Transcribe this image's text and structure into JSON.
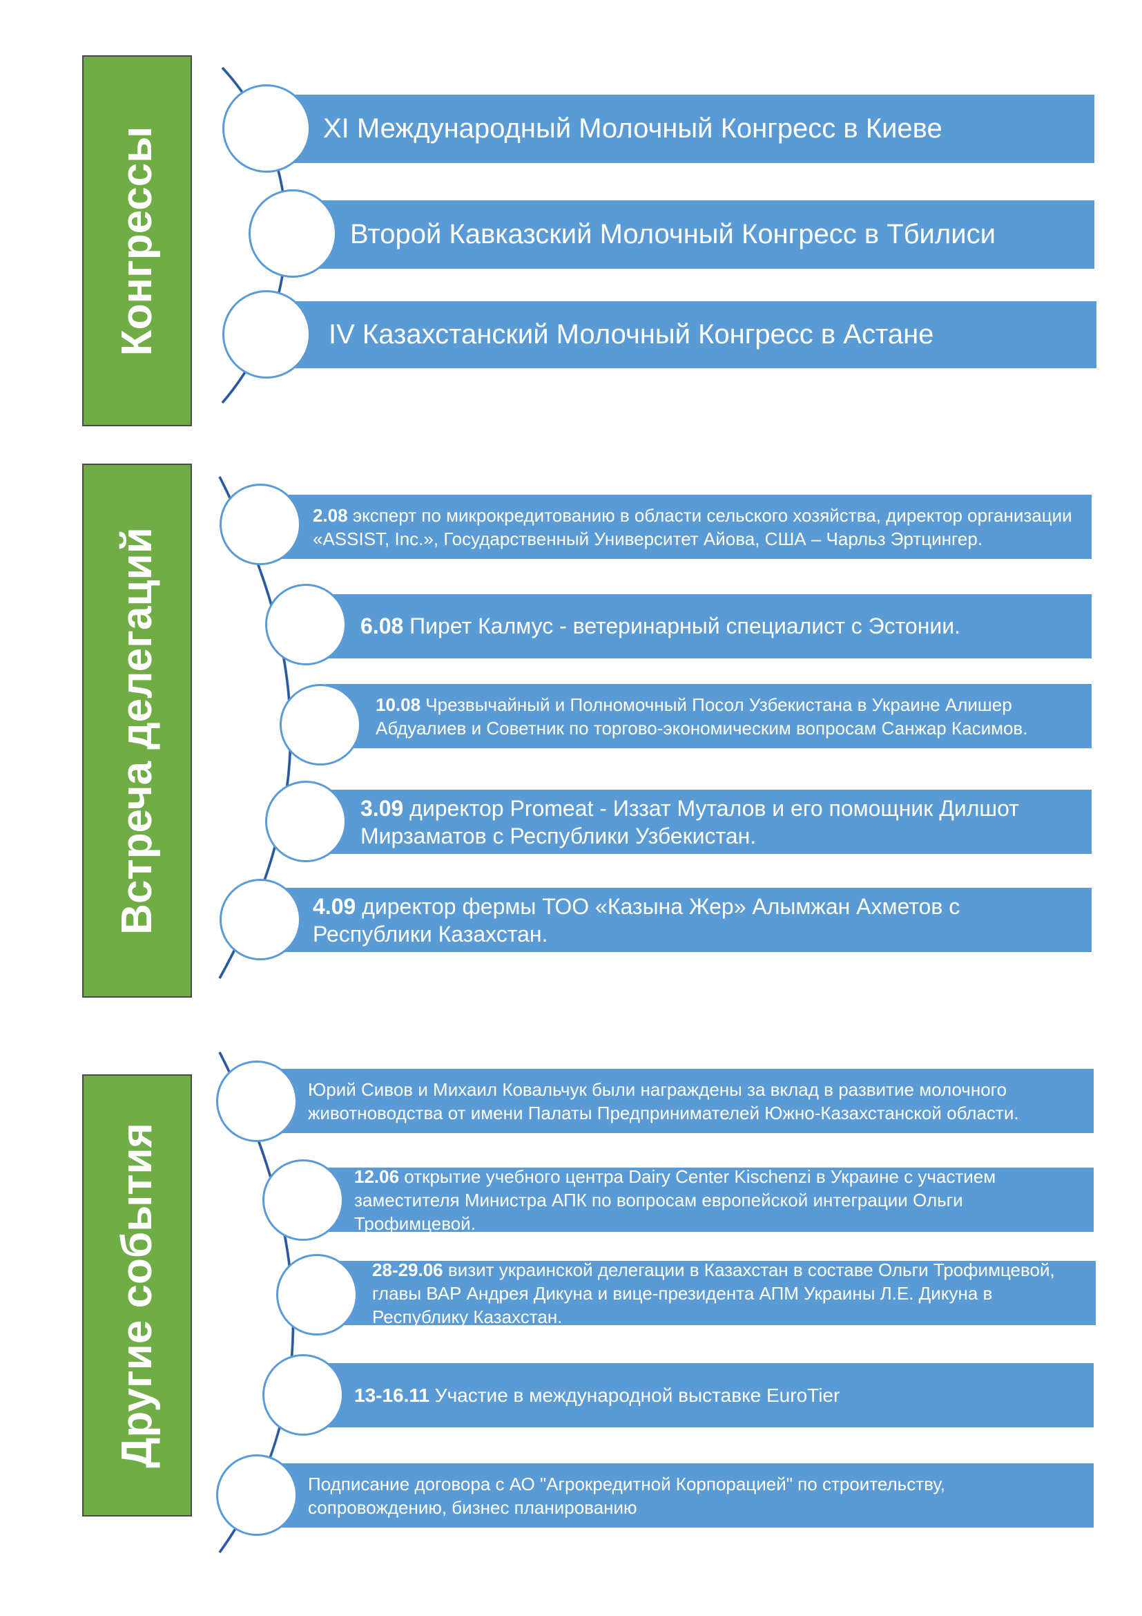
{
  "sections": [
    {
      "title": "Конгрессы",
      "items": [
        {
          "date": "",
          "text": "XI Международный Молочный Конгресс в Киеве"
        },
        {
          "date": "",
          "text": "Второй Кавказский Молочный Конгресс в Тбилиси"
        },
        {
          "date": "",
          "text": "IV Казахстанский Молочный Конгресс в Астане"
        }
      ]
    },
    {
      "title": "Встреча делегаций",
      "items": [
        {
          "date": "2.08",
          "text": " эксперт по микрокредитованию в области сельского хозяйства, директор организации «ASSIST, Inc.», Государственный Университет Айова, США – Чарльз Эртцингер."
        },
        {
          "date": "6.08",
          "text": " Пирет Калмус - ветеринарный специалист с Эстонии."
        },
        {
          "date": "10.08",
          "text": " Чрезвычайный и Полномочный Посол Узбекистана в Украине Алишер Абдуалиев и Советник по торгово-экономическим вопросам Санжар Касимов."
        },
        {
          "date": "3.09",
          "text": " директор Promeat - Иззат Муталов и его помощник Дилшот Мирзаматов с Республики Узбекистан."
        },
        {
          "date": "4.09",
          "text": " директор фермы ТОО «Казына Жер» Алымжан Ахметов с Республики Казахстан."
        }
      ]
    },
    {
      "title": "Другие события",
      "items": [
        {
          "date": "",
          "text": "Юрий Сивов и Михаил Ковальчук были награждены за вклад в развитие молочного животноводства от имени Палаты Предпринимателей Южно-Казахстанской области."
        },
        {
          "date": "12.06",
          "text": " открытие учебного центра Dairy Center Kischenzi в Украине с участием заместителя Министра АПК по вопросам европейской интеграции Ольги Трофимцевой."
        },
        {
          "date": "28-29.06",
          "text": " визит украинской делегации в Казахстан в составе Ольги Трофимцевой, главы ВАР Андрея Дикуна и вице-президента АПМ Украины Л.Е. Дикуна в Республику Казахстан."
        },
        {
          "date": "13-16.11",
          "text": " Участие в международной выставке EuroTier"
        },
        {
          "date": "",
          "text": "Подписание договора с АО \"Агрокредитной Корпорацией\" по строительству, сопровождению, бизнес планированию"
        }
      ]
    }
  ]
}
